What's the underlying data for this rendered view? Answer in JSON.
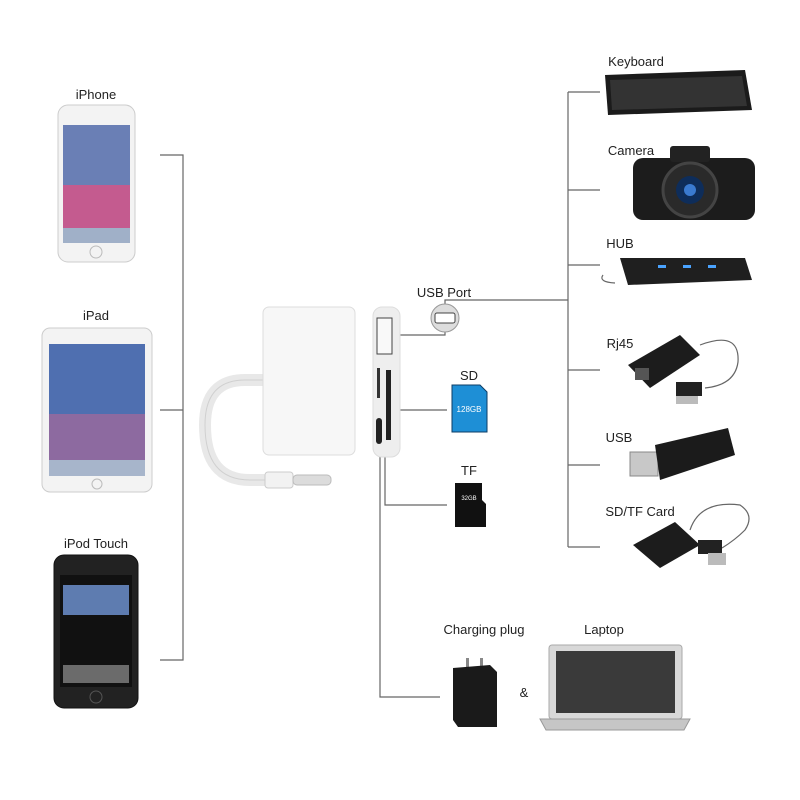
{
  "devices_left": [
    {
      "label": "iPhone"
    },
    {
      "label": "iPad"
    },
    {
      "label": "iPod Touch"
    }
  ],
  "ports": {
    "usb_port": "USB Port",
    "sd": "SD",
    "tf": "TF",
    "sd_card_text": "128GB",
    "tf_card_text": "32GB"
  },
  "devices_right": [
    {
      "label": "Keyboard"
    },
    {
      "label": "Camera"
    },
    {
      "label": "HUB"
    },
    {
      "label": "Rj45"
    },
    {
      "label": "USB"
    },
    {
      "label": "SD/TF Card"
    }
  ],
  "bottom": {
    "charging_plug": "Charging plug",
    "laptop": "Laptop",
    "ampersand": "&"
  },
  "colors": {
    "line": "#666666",
    "sd_card": "#1e8fd6",
    "device_dark": "#1a1a1a"
  }
}
